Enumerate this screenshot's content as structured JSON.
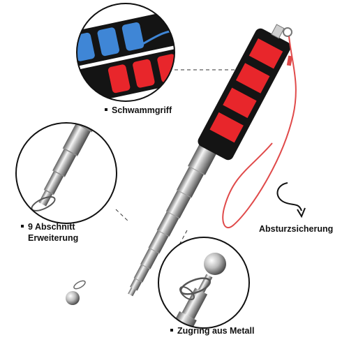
{
  "labels": {
    "grip": "Schwammgriff",
    "sections_line1": "9 Abschnitt",
    "sections_line2": "Erweiterung",
    "strap": "Absturzsicherung",
    "ring": "Zugring aus Metall"
  },
  "colors": {
    "foam_red": "#e8262b",
    "foam_black": "#141414",
    "foam_blue": "#3f86d6",
    "strap_red": "#e04a4a",
    "metal_light": "#f2f2f2",
    "metal_dark": "#6e6e6e"
  }
}
